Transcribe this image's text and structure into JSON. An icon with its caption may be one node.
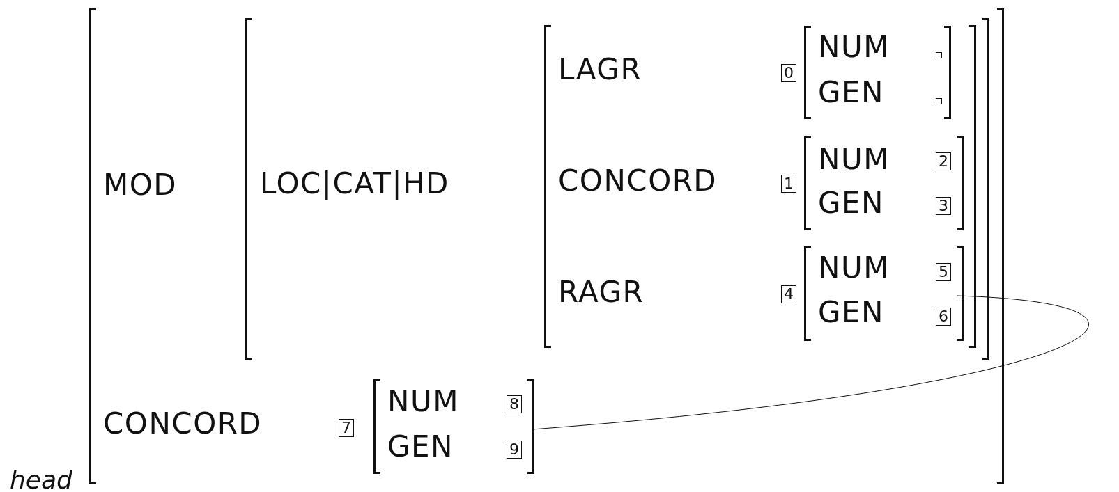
{
  "diagram": {
    "nodes": [
      {
        "text": [
          "MOD",
          "CONCORD"
        ],
        "beside": [
          "head"
        ]
      },
      {
        "text": [
          "LOC|CAT|HD"
        ],
        "in": 0
      },
      {
        "text": [
          "LAGR",
          "CONCORD",
          "RAGR"
        ],
        "in": 1
      },
      {
        "text": [
          "NUM",
          "GEN"
        ],
        "beside": [
          "0"
        ],
        "in": 2
      },
      {
        "text": [
          "NUM",
          "2",
          "GEN",
          "3"
        ],
        "beside": [
          "1"
        ],
        "in": 2
      },
      {
        "text": [
          "NUM",
          "5",
          "GEN",
          "6"
        ],
        "beside": [
          "4"
        ],
        "in": 2
      },
      {
        "text": [
          "NUM",
          "8",
          "GEN",
          "9"
        ],
        "beside": [
          "7"
        ],
        "in": 0
      }
    ],
    "edges": [
      {
        "from": 5,
        "to": 6,
        "arrow": "none"
      }
    ]
  }
}
